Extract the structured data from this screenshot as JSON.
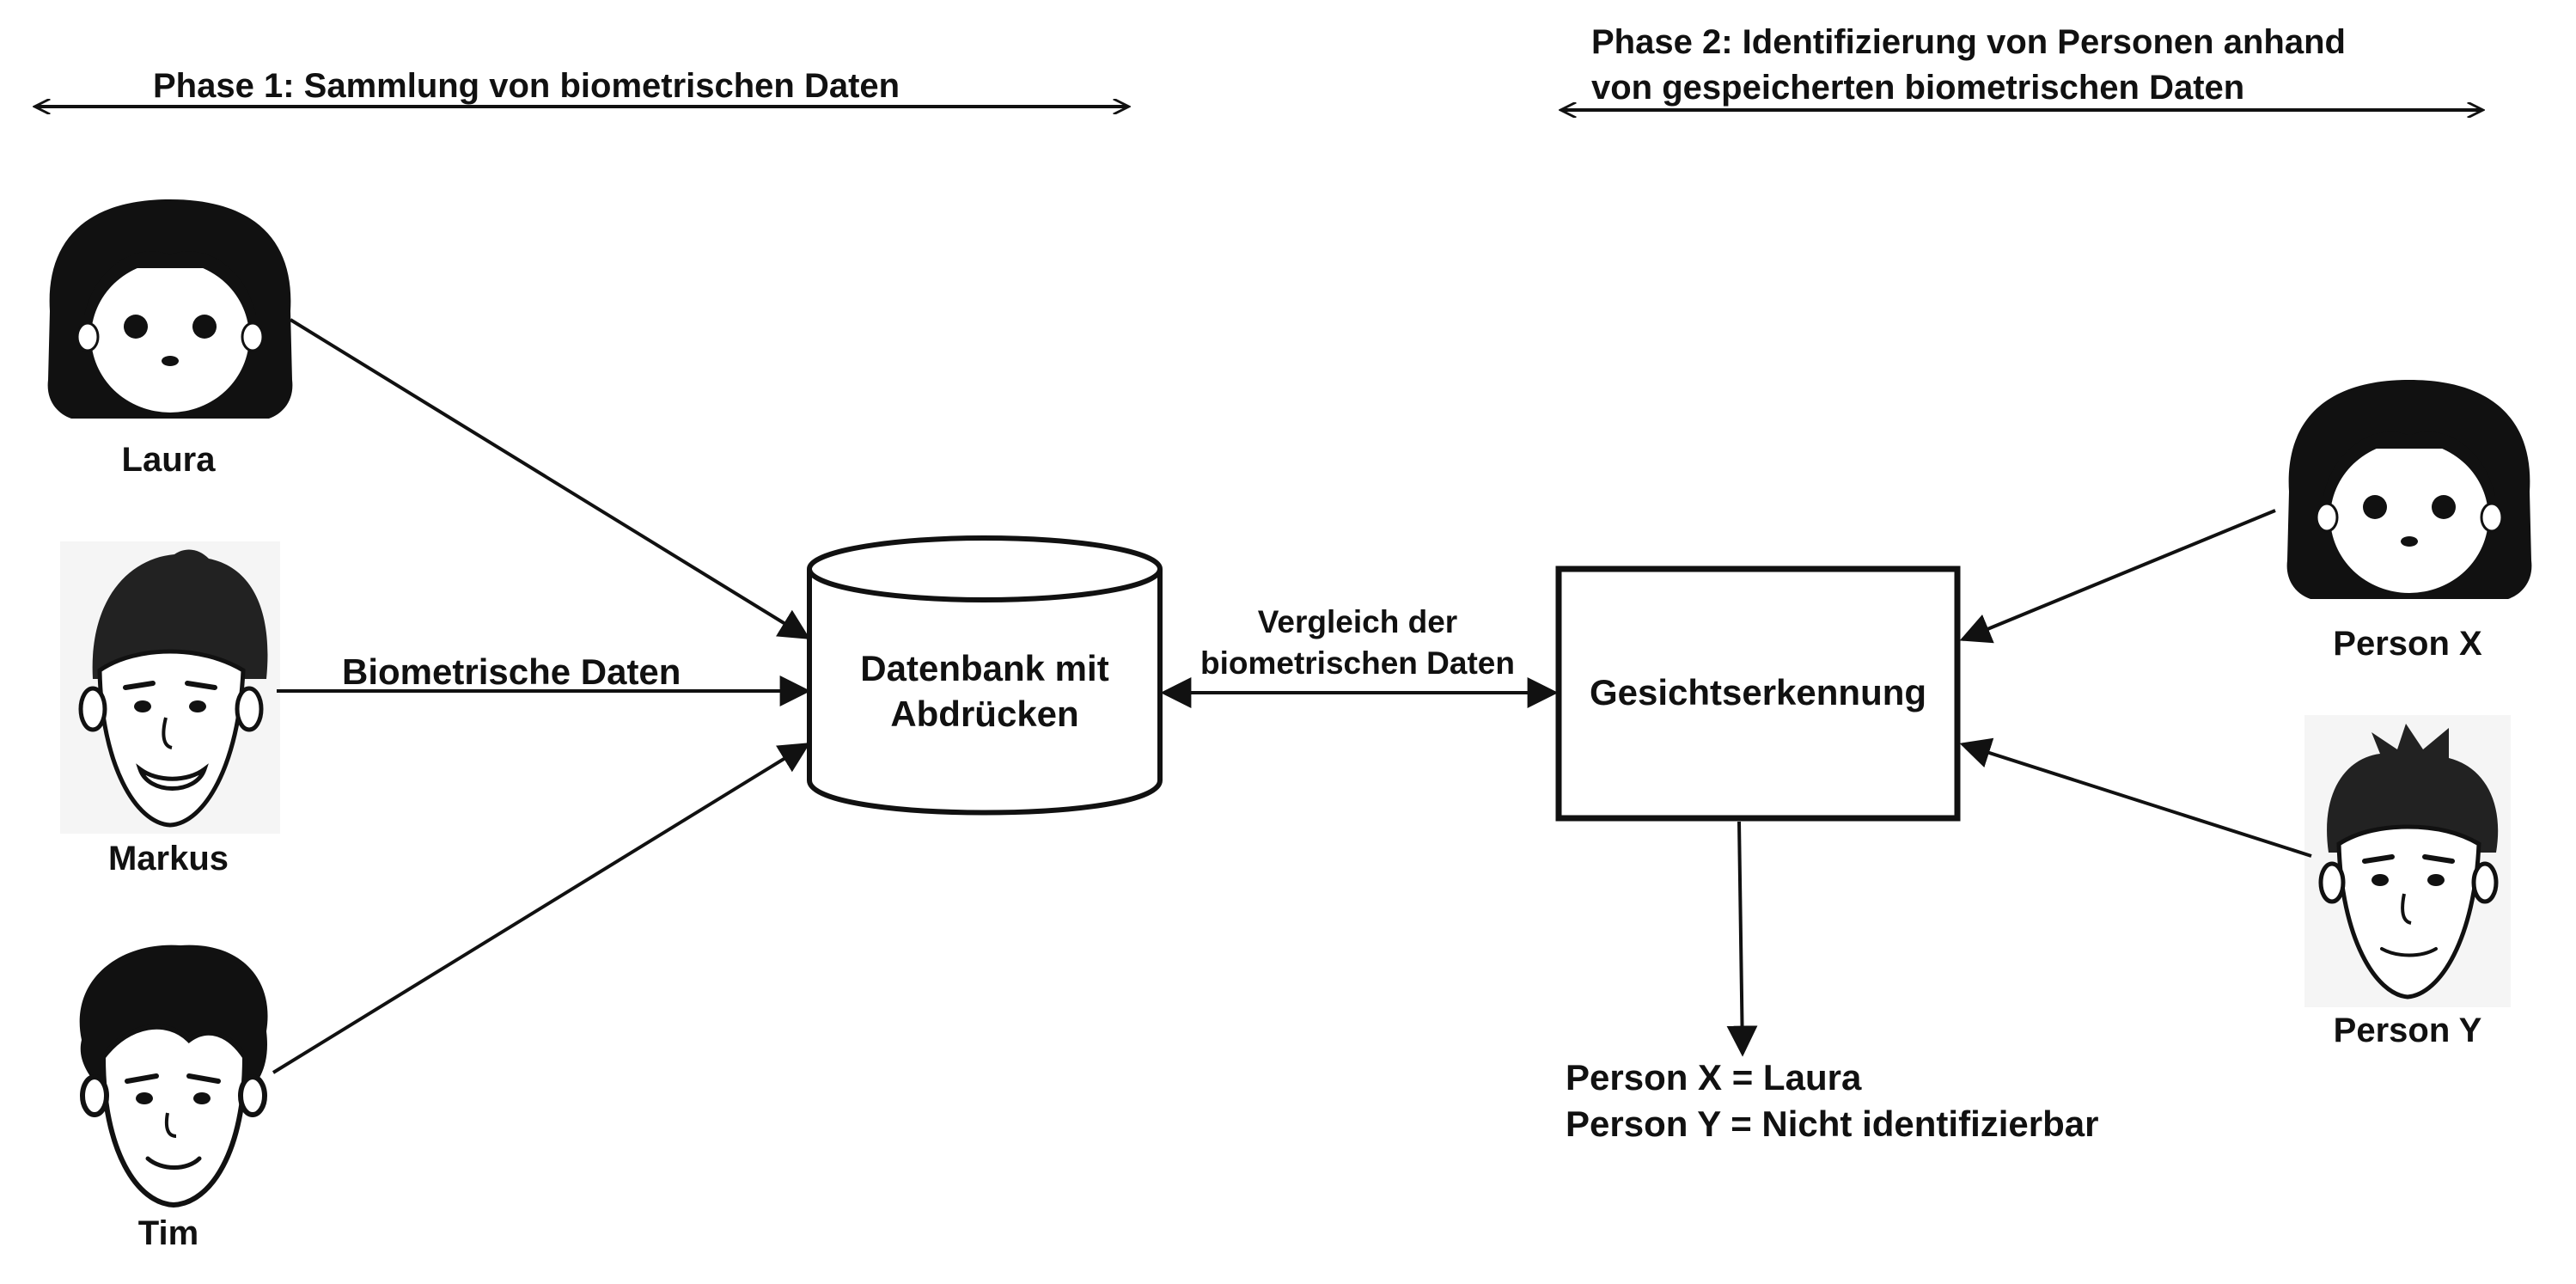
{
  "phases": {
    "phase1_label": "Phase 1: Sammlung von biometrischen Daten",
    "phase2_label_line1": "Phase 2: Identifizierung von Personen anhand",
    "phase2_label_line2": "von gespeicherten biometrischen Daten"
  },
  "people": {
    "laura": "Laura",
    "markus": "Markus",
    "tim": "Tim",
    "person_x": "Person X",
    "person_y": "Person Y"
  },
  "edges": {
    "biometric_data_label": "Biometrische Daten",
    "compare_label_line1": "Vergleich der",
    "compare_label_line2": "biometrischen Daten"
  },
  "nodes": {
    "database_line1": "Datenbank mit",
    "database_line2": "Abdrücken",
    "face_recognition": "Gesichtserkennung"
  },
  "result": {
    "line1": "Person X = Laura",
    "line2": "Person Y = Nicht identifizierbar"
  },
  "icons": {
    "female_face": "female-face-icon",
    "male_face": "male-face-icon",
    "database": "database-cylinder-icon"
  },
  "colors": {
    "stroke": "#111111",
    "background": "#ffffff"
  }
}
